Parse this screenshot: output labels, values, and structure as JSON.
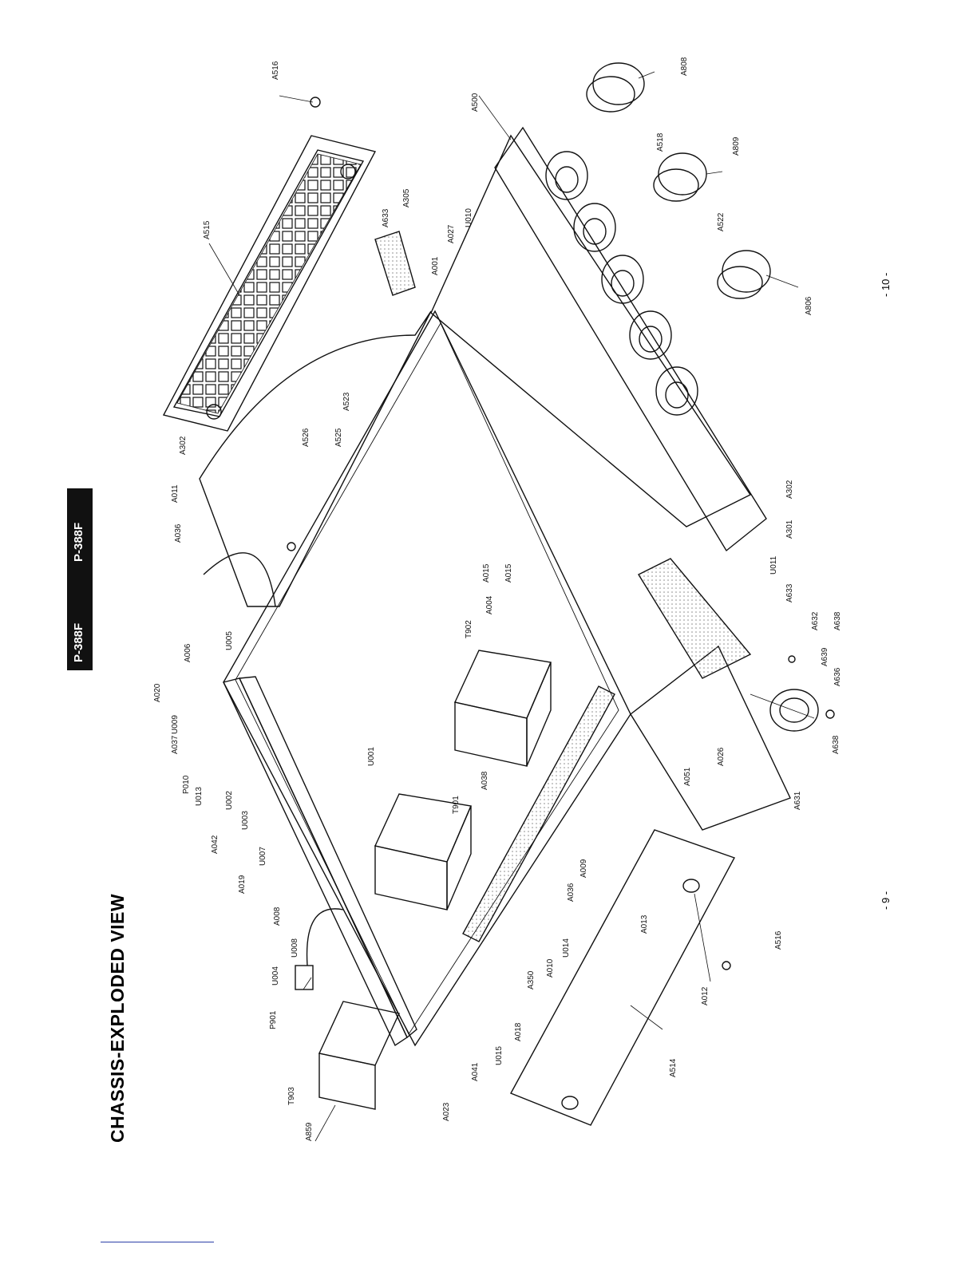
{
  "header": {
    "model_tab_1": "P-388F",
    "model_tab_2": "P-388F"
  },
  "title": "CHASSIS-EXPLODED VIEW",
  "page_numbers": {
    "left": "- 9 -",
    "right": "- 10 -"
  },
  "callouts": [
    "A516",
    "A515",
    "A302",
    "A011",
    "A036",
    "A526",
    "A525",
    "A523",
    "A633",
    "A305",
    "A001",
    "A027",
    "U010",
    "A500",
    "A518",
    "A808",
    "A809",
    "A522",
    "A806",
    "A302",
    "A301",
    "U011",
    "A633",
    "A632",
    "A638",
    "A639",
    "A636",
    "A638",
    "A631",
    "A026",
    "A051",
    "A015",
    "A015",
    "A004",
    "T902",
    "U005",
    "A006",
    "A020",
    "U009",
    "A037",
    "P010",
    "U013",
    "U002",
    "U003",
    "A042",
    "U007",
    "A019",
    "A008",
    "U008",
    "U004",
    "P901",
    "T903",
    "A859",
    "A023",
    "A041",
    "U015",
    "A018",
    "A350",
    "A010",
    "U014",
    "A036",
    "A009",
    "A013",
    "A012",
    "A516",
    "A514",
    "A038",
    "T901",
    "U001"
  ],
  "colors": {
    "ink": "#111111",
    "tab_background": "#111111",
    "dot_fill": "#9a9a9a"
  }
}
